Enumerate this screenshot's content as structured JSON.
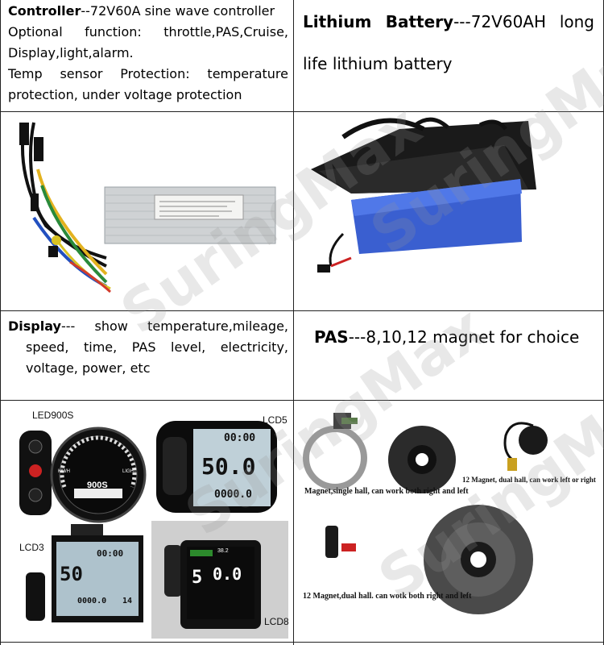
{
  "controller": {
    "heading": "Controller",
    "line1_rest": "--72V60A sine wave controller",
    "line2": "Optional function: throttle,PAS,Cruise,",
    "line3": "Display,light,alarm.",
    "line4": "Temp sensor Protection: temperature",
    "line5": "protection, under voltage protection"
  },
  "battery": {
    "heading": "Lithium Battery",
    "line1_rest": "---72V60AH long",
    "line2": "life lithium battery"
  },
  "display": {
    "heading": "Display",
    "line1_rest": "--- show temperature,mileage,",
    "line2": "speed, time, PAS level, electricity,",
    "line3": "voltage, power, etc"
  },
  "pas": {
    "heading": "PAS",
    "rest": "---8,10,12 magnet for choice"
  },
  "displays": {
    "led900s_label": "LED900S",
    "led900s_model": "900S",
    "led900s_speed_unit": "KM/H",
    "led900s_light": "LIGHT",
    "lcd5_label": "LCD5",
    "lcd5_time": "00:00",
    "lcd5_speed": "50.0",
    "lcd5_odo": "0000.0",
    "lcd3_label": "LCD3",
    "lcd3_time": "00:00",
    "lcd3_speed": "50",
    "lcd3_odo": "0000.0",
    "lcd3_small": "14",
    "lcd8_label": "LCD8",
    "lcd8_voltage": "38.2",
    "lcd8_level": "5",
    "lcd8_speed": "0.0"
  },
  "pas_images": {
    "caption1": "Magnet,single hall, can work both right and left",
    "caption2": "12 Magnet, dual hall, can work left or right",
    "caption3": "12 Magnet,dual hall. can wotk both right and left"
  },
  "watermark": "SuringMax"
}
